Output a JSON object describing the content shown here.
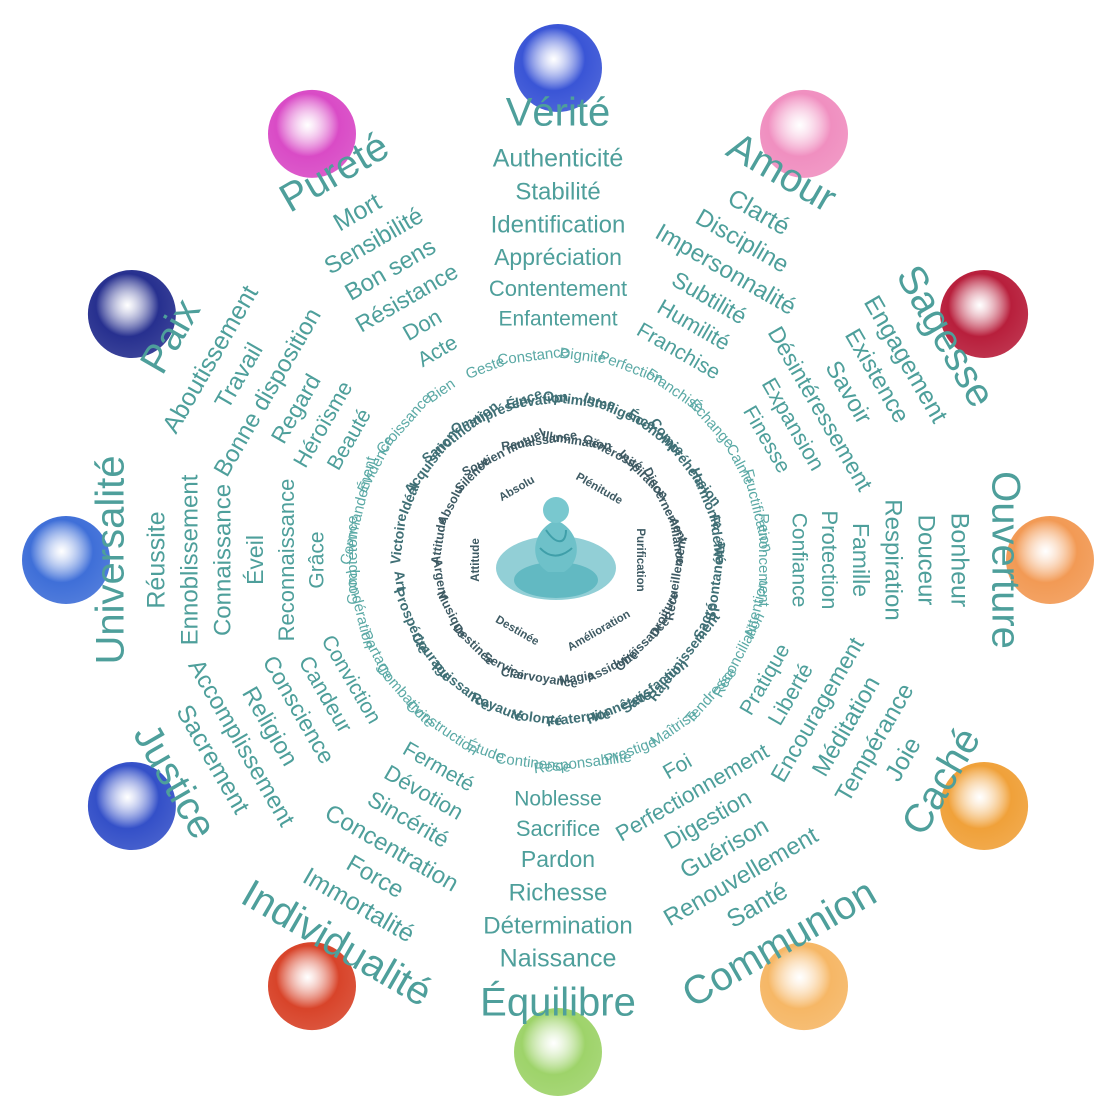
{
  "title": "",
  "petals": [
    {
      "label": "Vérité",
      "color": "#3a55d6",
      "words": [
        "Authenticité",
        "Stabilité",
        "Identification",
        "Appréciation",
        "Contentement",
        "Enfantement"
      ]
    },
    {
      "label": "Amour",
      "color": "#f08fc0",
      "words": [
        "Clarté",
        "Discipline",
        "Impersonnalité",
        "Subtilité",
        "Humilité",
        "Franchise"
      ]
    },
    {
      "label": "Sagesse",
      "color": "#b81f3c",
      "words": [
        "Engagement",
        "Existence",
        "Savoir",
        "Désintéressement",
        "Expansion",
        "Finesse"
      ]
    },
    {
      "label": "Ouverture",
      "color": "#f29a55",
      "words": [
        "Bonheur",
        "Douceur",
        "Respiration",
        "Famille",
        "Protection",
        "Confiance"
      ]
    },
    {
      "label": "Caché",
      "color": "#f0a13a",
      "words": [
        "Joie",
        "Tempérance",
        "Méditation",
        "Encouragement",
        "Liberté",
        "Pratique"
      ]
    },
    {
      "label": "Communion",
      "color": "#f6b766",
      "words": [
        "Santé",
        "Renouvellement",
        "Guérison",
        "Digestion",
        "Perfectionnement",
        "Foi"
      ]
    },
    {
      "label": "Équilibre",
      "color": "#9ed36a",
      "words": [
        "Naissance",
        "Détermination",
        "Richesse",
        "Pardon",
        "Sacrifice",
        "Noblesse"
      ]
    },
    {
      "label": "Individualité",
      "color": "#d8442a",
      "words": [
        "Immortalité",
        "Force",
        "Concentration",
        "Sincérité",
        "Dévotion",
        "Fermeté"
      ]
    },
    {
      "label": "Justice",
      "color": "#3450c8",
      "words": [
        "Sacrement",
        "Accomplissement",
        "Religion",
        "Conscience",
        "Candeur",
        "Conviction"
      ]
    },
    {
      "label": "Universalité",
      "color": "#3f6fd8",
      "words": [
        "Réussite",
        "Ennoblissement",
        "Connaissance",
        "Éveil",
        "Reconnaissance",
        "Grâce"
      ]
    },
    {
      "label": "Paix",
      "color": "#27308f",
      "words": [
        "Aboutissement",
        "Travail",
        "Bonne disposition",
        "Regard",
        "Héroïsme",
        "Beauté"
      ]
    },
    {
      "label": "Pureté",
      "color": "#d94bc6",
      "words": [
        "Mort",
        "Sensibilité",
        "Bon sens",
        "Résistance",
        "Don",
        "Acte"
      ]
    }
  ],
  "rings": [
    [
      "Dignité",
      "Perfection",
      "Franchise",
      "Échange",
      "Calme",
      "Fructification",
      "Renoncement",
      "Attention",
      "Réconciliation",
      "Tendresse",
      "Maîtrise",
      "Prestige",
      "Responsabilité",
      "Continence",
      "Étude",
      "Construction",
      "Combativité",
      "Partage",
      "Pondération",
      "Comptétence",
      "Commandement",
      "Évidence",
      "Croissance",
      "Bien",
      "Geste",
      "Constance"
    ],
    [
      "Optimisme",
      "Intelligence",
      "Économie",
      "Compréhension",
      "Harmonie",
      "Fidélité",
      "Spontanéité",
      "Sacré",
      "Rajeunissement",
      "Satisfaction",
      "Honnêteté",
      "Fraternité",
      "Volonté",
      "Royauté",
      "Puissance",
      "Courage",
      "Prospérité",
      "Art",
      "Victoire",
      "Idéal",
      "Acquisition",
      "Sanctification",
      "Omniprésence",
      "Élévation"
    ],
    [
      "Illumination",
      "Générosité",
      "Inspiration",
      "Discernement",
      "Alliance",
      "Recueillement",
      "Droiture",
      "Obéissance",
      "Assiduité",
      "Magie",
      "Clairvoyance",
      "Service",
      "Destinée",
      "Musique",
      "Argent",
      "Attitude",
      "Absolu",
      "Silence",
      "Soutien mutuel",
      "Renaissance"
    ],
    [
      "Plénitude",
      "Purification",
      "Amélioration",
      "Destinée",
      "Attitude",
      "Absolu"
    ]
  ]
}
